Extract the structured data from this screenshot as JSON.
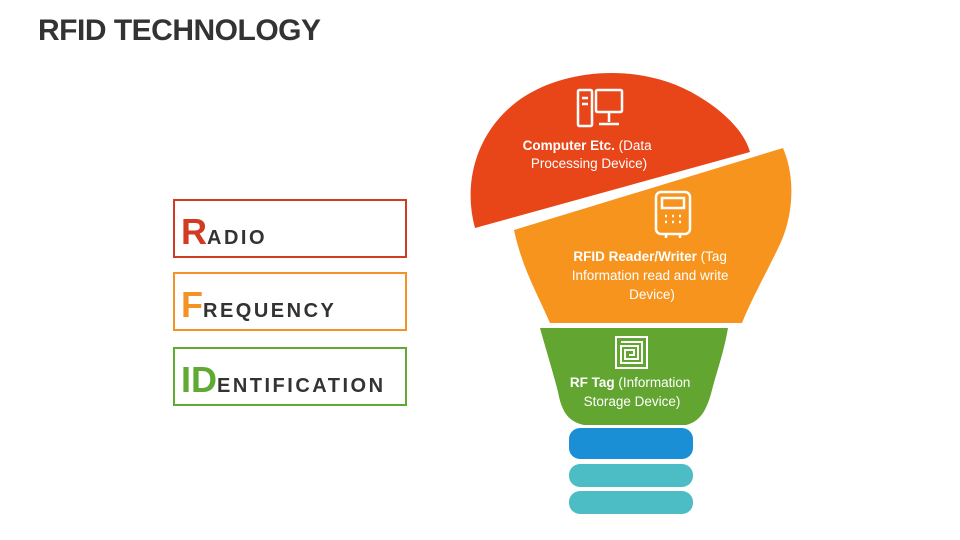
{
  "title": "RFID TECHNOLOGY",
  "acronym": [
    {
      "letters": "R",
      "rest": "ADIO",
      "color": "#D03B22"
    },
    {
      "letters": "F",
      "rest": "REQUENCY",
      "color": "#F39325"
    },
    {
      "letters": "ID",
      "rest": "ENTIFICATION",
      "color": "#5FAA32"
    }
  ],
  "bulb": {
    "top": {
      "bold": "Computer Etc.",
      "line1_rest": " (Data",
      "line2": "Processing Device)",
      "color": "#E84619",
      "icon": "computer-monitor-icon"
    },
    "middle": {
      "bold": "RFID Reader/Writer",
      "line1_rest": " (Tag",
      "line2": "Information read and write",
      "line3": "Device)",
      "color": "#F7941E",
      "icon": "card-reader-icon"
    },
    "bottom": {
      "bold": "RF Tag",
      "line1_rest": " (Information",
      "line2": "Storage Device)",
      "color": "#62A631",
      "icon": "rfid-tag-icon"
    },
    "base_colors": [
      "#1B8FD6",
      "#4DBDC5",
      "#4DBDC5"
    ]
  }
}
